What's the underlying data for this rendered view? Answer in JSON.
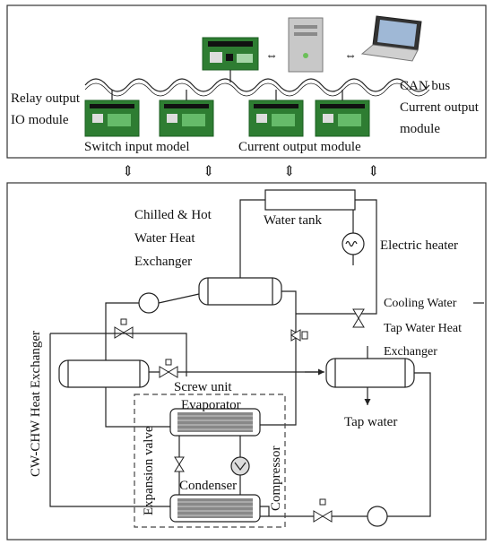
{
  "top_panel": {
    "relay_output": "Relay output",
    "io_module": "IO module",
    "switch_input_model": "Switch input model",
    "current_output_module_bottom": "Current output module",
    "can_bus": "CAN bus",
    "current_output": "Current output",
    "module": "module"
  },
  "diagram": {
    "chilled_hot_line1": "Chilled & Hot",
    "chilled_hot_line2": "Water Heat",
    "chilled_hot_line3": "Exchanger",
    "water_tank": "Water tank",
    "electric_heater": "Electric heater",
    "cooling_water": "Cooling Water",
    "tap_water_heat": "Tap Water Heat",
    "exchanger": "Exchanger",
    "cw_chw": "CW-CHW Heat Exchanger",
    "screw_unit": "Screw unit",
    "evaporator": "Evaporator",
    "tap_water": "Tap water",
    "expansion_valve": "Expansion valve",
    "compressor": "Compressor",
    "condenser": "Condenser"
  },
  "colors": {
    "board_green": "#2e7d32",
    "board_dark": "#1b5e20",
    "computer_gray": "#c8c8c8",
    "screen_blue": "#9fb8d6"
  }
}
